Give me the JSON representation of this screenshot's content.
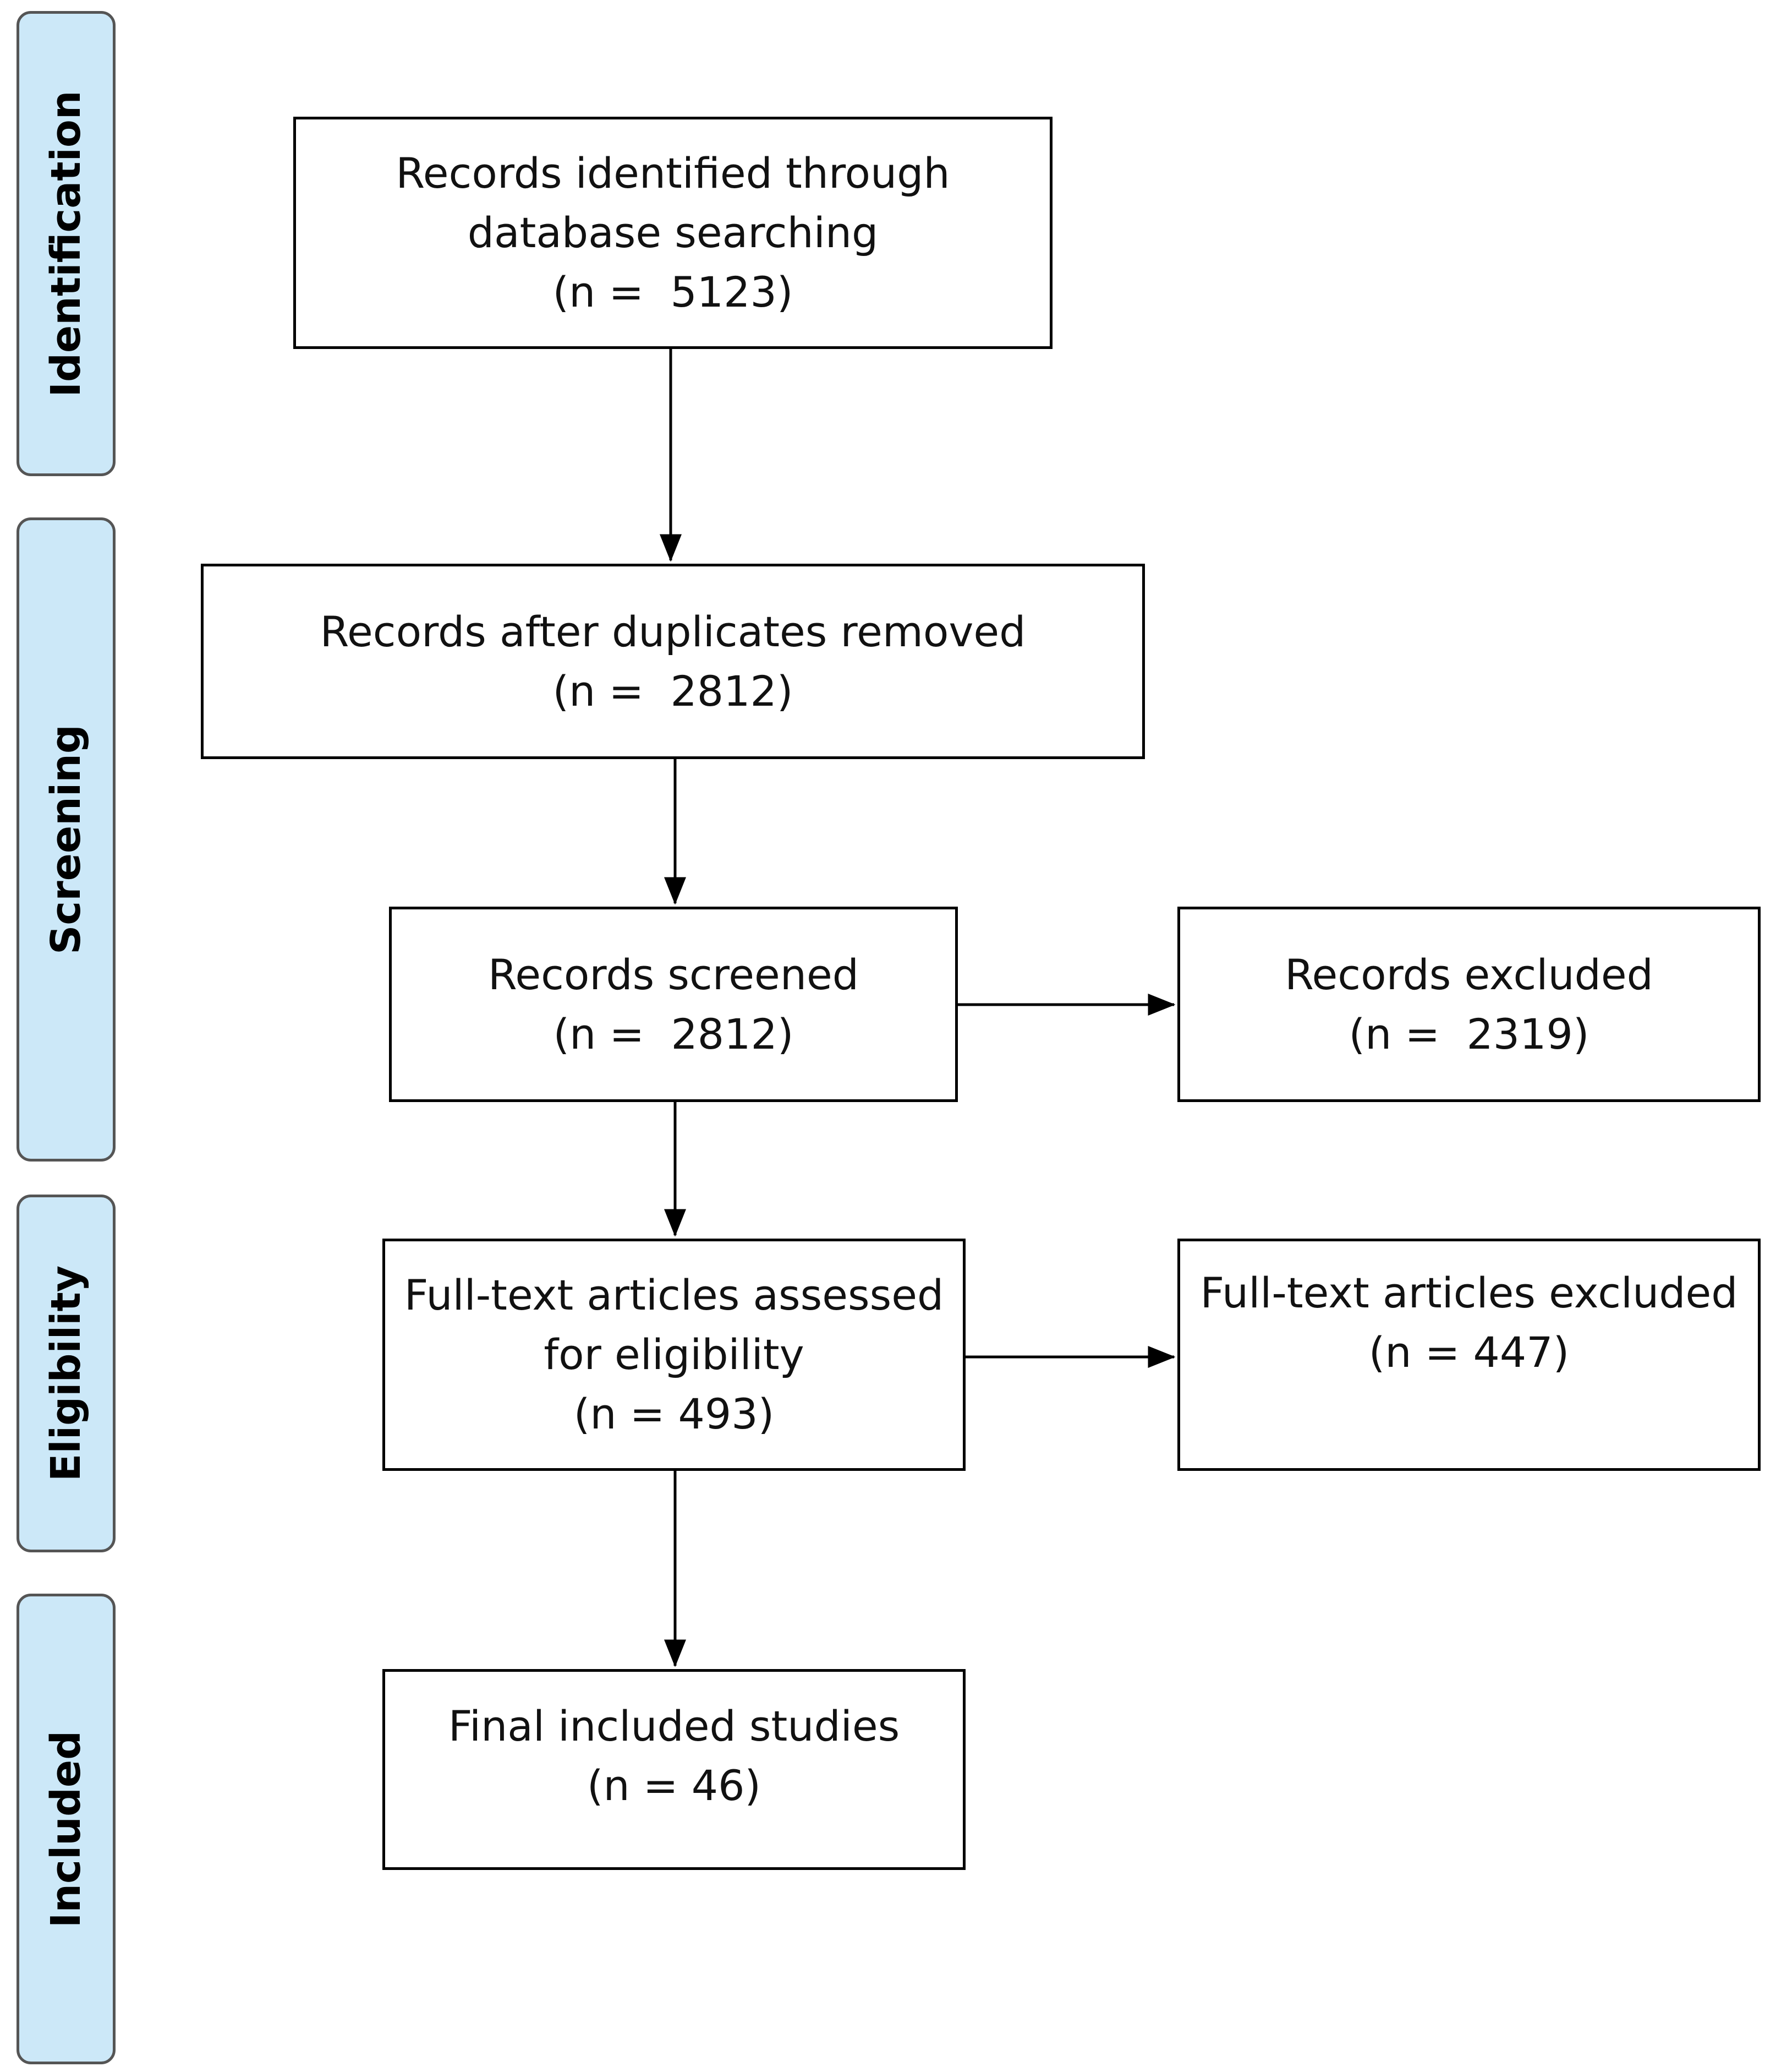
{
  "phases": [
    {
      "label": "Identification"
    },
    {
      "label": "Screening"
    },
    {
      "label": "Eligibility"
    },
    {
      "label": "Included"
    }
  ],
  "boxes": {
    "identified": {
      "line1": "Records identified through",
      "line2": "database searching",
      "count": "(n =  5123)"
    },
    "deduplicated": {
      "line1": "Records after duplicates removed",
      "count": "(n =  2812)"
    },
    "screened": {
      "line1": "Records screened",
      "count": "(n =  2812)"
    },
    "excluded": {
      "line1": "Records excluded",
      "count": "(n =  2319)"
    },
    "fulltext": {
      "line1": "Full-text articles assessed",
      "line2": "for eligibility",
      "count": "(n = 493)"
    },
    "fulltext_excluded": {
      "line1": "Full-text articles excluded",
      "count": "(n = 447)"
    },
    "included": {
      "line1": "Final included studies",
      "count": "(n = 46)"
    }
  },
  "colors": {
    "phase_fill": "#cce8f8",
    "phase_border": "#555555",
    "box_border": "#000000"
  }
}
